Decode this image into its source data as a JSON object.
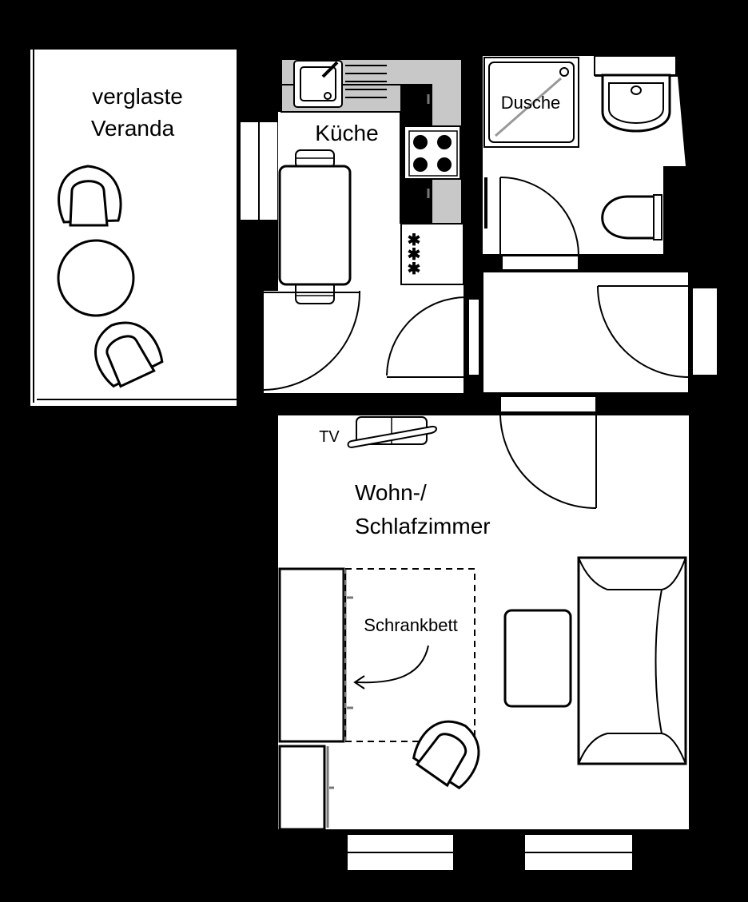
{
  "rooms": {
    "veranda": {
      "line1": "verglaste",
      "line2": "Veranda"
    },
    "kitchen": {
      "label": "Küche"
    },
    "shower": {
      "label": "Dusche"
    },
    "living": {
      "line1": "Wohn-/",
      "line2": "Schlafzimmer"
    }
  },
  "furniture": {
    "tv": "TV",
    "cabinet_bed": "Schrankbett",
    "stove_symbol": "✱"
  },
  "colors": {
    "background": "#000000",
    "floor": "#ffffff",
    "counter": "#c8c8c8",
    "lines": "#000000"
  }
}
